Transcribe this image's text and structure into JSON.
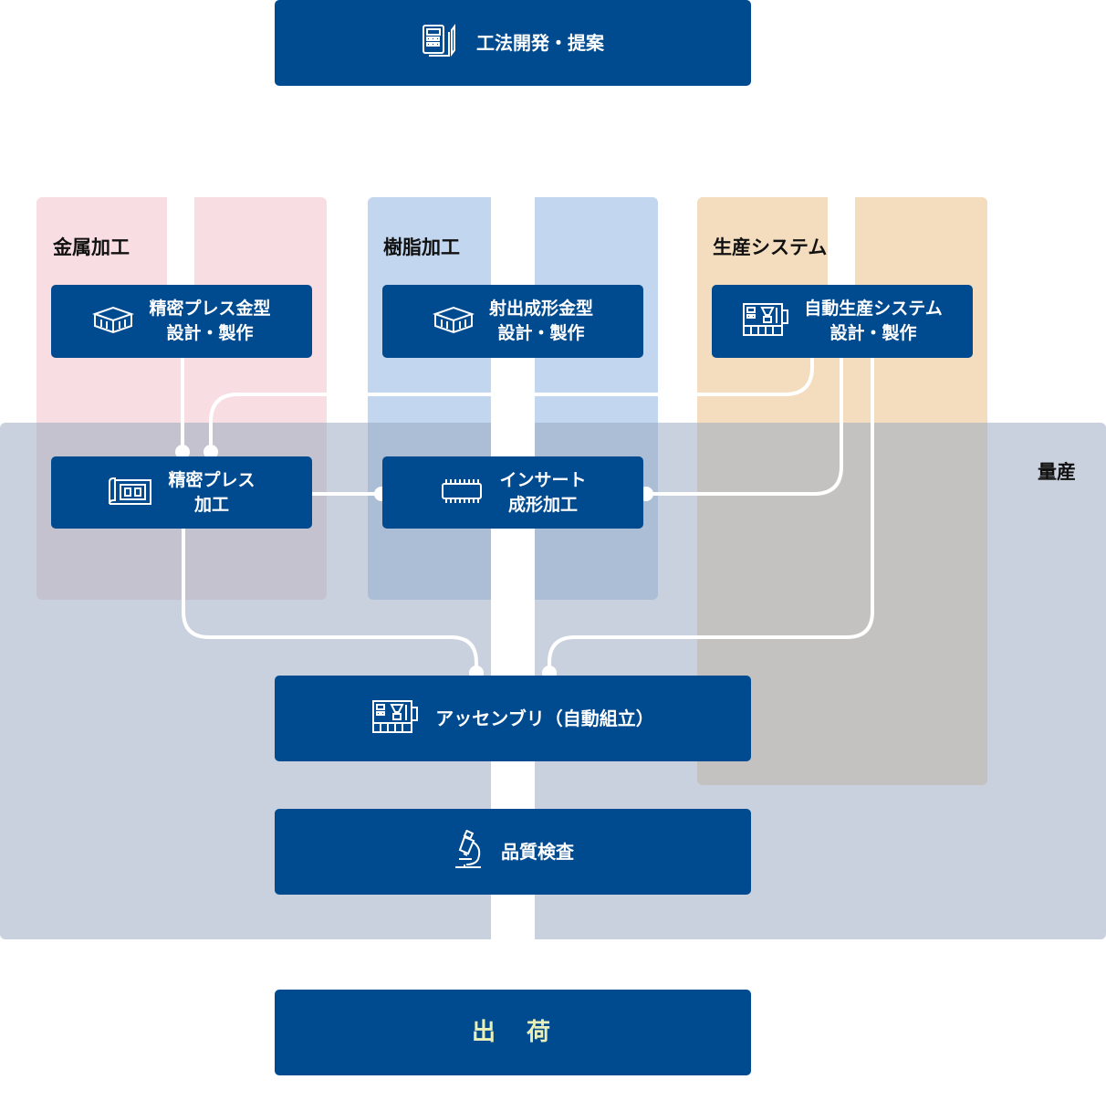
{
  "zones": {
    "metal": "金属加工",
    "resin": "樹脂加工",
    "system": "生産システム",
    "mass": "量産"
  },
  "nodes": {
    "method_dev": "工法開発・提案",
    "press_die": {
      "line1": "精密プレス金型",
      "line2": "設計・製作"
    },
    "mold_die": {
      "line1": "射出成形金型",
      "line2": "設計・製作"
    },
    "auto_system": {
      "line1": "自動生産システム",
      "line2": "設計・製作"
    },
    "press_proc": {
      "line1": "精密プレス",
      "line2": "加工"
    },
    "insert_mold": {
      "line1": "インサート",
      "line2": "成形加工"
    },
    "assembly": "アッセンブリ（自動組立）",
    "inspection": "品質検査",
    "shipping": "出　荷"
  },
  "colors": {
    "node_bg": "#004a90",
    "metal_zone": "#f5d4da",
    "resin_zone": "#c2d5ec",
    "system_zone": "#f2ddc0",
    "mass_zone": "#c6cfda",
    "connector": "#ffffff"
  },
  "icons": {
    "method_dev": "calculator-document-icon",
    "press_die": "die-block-icon",
    "mold_die": "die-block-icon",
    "auto_system": "machine-icon",
    "press_proc": "blueprint-icon",
    "insert_mold": "chip-icon",
    "assembly": "machine-icon",
    "inspection": "microscope-icon"
  }
}
